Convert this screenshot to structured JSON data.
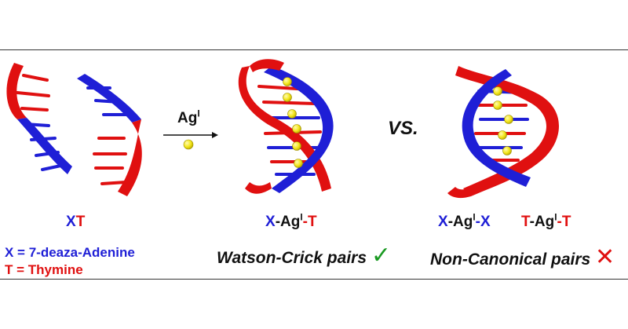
{
  "reagent": {
    "metal": "Ag",
    "oxidation": "I"
  },
  "versus": "VS.",
  "labels": {
    "xt": {
      "x": "X",
      "t": "T"
    },
    "legend_x": "X = 7-deaza-Adenine",
    "legend_t": "T = Thymine",
    "wc_pair": {
      "left": "X",
      "metal": "-Ag",
      "ox": "I",
      "right": "-T"
    },
    "wc_caption": "Watson-Crick pairs",
    "nc_pair1": {
      "left": "X",
      "metal": "-Ag",
      "ox": "I",
      "right": "-X"
    },
    "nc_pair2": {
      "left": "T",
      "metal": "-Ag",
      "ox": "I",
      "right": "-T"
    },
    "nc_caption": "Non-Canonical pairs"
  },
  "marks": {
    "check": "✓",
    "cross": "✕"
  },
  "colors": {
    "x_base": "#1f1fd6",
    "t_base": "#e01010",
    "silver_ion": "#f3e619",
    "check": "#1a9a22"
  }
}
